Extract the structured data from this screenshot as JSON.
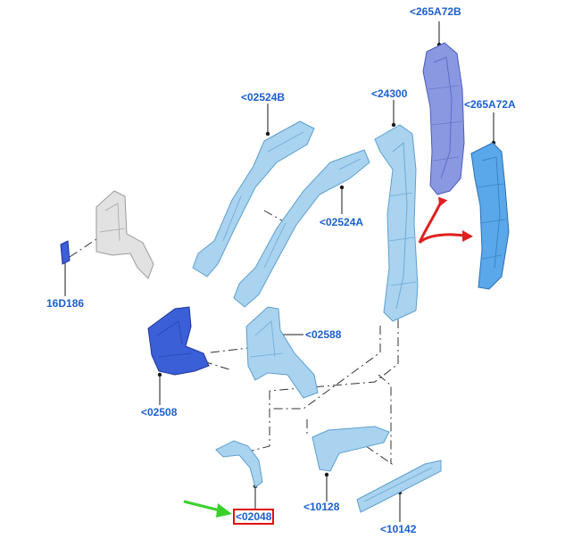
{
  "colors": {
    "callout_text": "#1a5fd0",
    "leader": "#1a1a1a",
    "part_light_blue": "#a9d3ef",
    "part_light_blue_edge": "#5e9fcf",
    "part_dark_blue": "#3a5fd6",
    "part_dark_blue_edge": "#22349a",
    "part_periwinkle": "#8a98e2",
    "part_sky": "#5aa7ea",
    "part_gray": "#d8d8d8",
    "highlight_box": "#e01010",
    "arrow_red": "#e02020",
    "arrow_green": "#3bd12b",
    "dash_line": "#333333"
  },
  "callouts": [
    {
      "id": "265A72B",
      "label": "<265A72B"
    },
    {
      "id": "265A72A",
      "label": "<265A72A"
    },
    {
      "id": "02524B",
      "label": "<02524B"
    },
    {
      "id": "24300",
      "label": "<24300"
    },
    {
      "id": "02524A",
      "label": "<02524A"
    },
    {
      "id": "16D186",
      "label": "16D186"
    },
    {
      "id": "02588",
      "label": "<02588"
    },
    {
      "id": "02508",
      "label": "<02508"
    },
    {
      "id": "10128",
      "label": "<10128"
    },
    {
      "id": "02048",
      "label": "<02048",
      "highlighted": true
    },
    {
      "id": "10142",
      "label": "<10142"
    }
  ]
}
